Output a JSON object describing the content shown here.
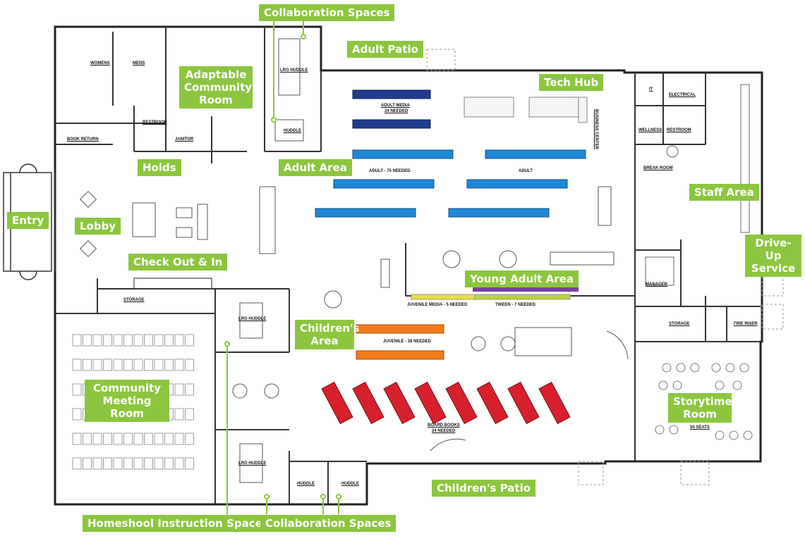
{
  "labels": {
    "collab_top": "Collaboration Spaces",
    "adult_patio": "Adult Patio",
    "adaptable_room": "Adaptable Community Room",
    "tech_hub": "Tech Hub",
    "holds": "Holds",
    "adult_area": "Adult Area",
    "staff_area": "Staff Area",
    "entry": "Entry",
    "lobby": "Lobby",
    "check_out_in": "Check Out & In",
    "drive_up": "Drive-Up Service",
    "young_adult_area": "Young Adult Area",
    "childrens_area": "Children's Area",
    "community_meeting_room": "Community Meeting Room",
    "storytime_room": "Storytime Room",
    "childrens_patio": "Children's Patio",
    "homeschool": "Homeshool Instruction Space",
    "collab_bottom": "Collaboration Spaces"
  },
  "small_labels": {
    "womens": "Womens",
    "mens": "Mens",
    "restroom": "Restroom",
    "janitor": "Janitor",
    "book_return": "Book Return",
    "lrg_huddle_top": "LRG Huddle",
    "huddle_top": "Huddle",
    "adult_media": "Adult Media",
    "adult_media_needed": "24 Needed",
    "adult_75": "Adult - 75 Needed",
    "adult": "Adult",
    "business_center": "Business Center",
    "it": "IT",
    "electrical": "Electrical",
    "wellness": "Wellness",
    "restroom_staff": "Restroom",
    "break_room": "Break Room",
    "manager": "Manager",
    "storage_right": "Storage",
    "fire_riser": "Fire Riser",
    "storage_left": "Storage",
    "lrg_huddle_mid": "LRG Huddle",
    "juvenile_media": "Juvenile Media - 5 Needed",
    "tween": "Tween - 7 Needed",
    "juvenile_28": "Juvenile - 28 Needed",
    "board_books": "Board Books",
    "board_books_needed": "24 Needed",
    "seats": "50 Seats",
    "lrg_huddle_bottom": "LRG Huddle",
    "huddle_b1": "Huddle",
    "huddle_b2": "Huddle"
  },
  "colors": {
    "label_green": "#8cc63f",
    "navy_shelf": "#1f3c8f",
    "blue_shelf": "#1e88d8",
    "orange_shelf": "#f07a1a",
    "red_shelf": "#d6202c",
    "purple_shelf": "#7b3f9e",
    "yellow_shelf": "#e8e03a",
    "wall": "#222222"
  }
}
